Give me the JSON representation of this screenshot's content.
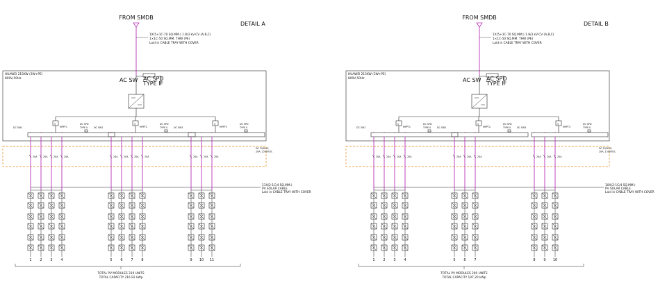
{
  "details": [
    {
      "source_label": "FROM SMDB",
      "detail_title": "DETAIL A",
      "feeder_cable_lines": [
        "1X(5+1C-70 SQ.MM.) 1.8/3 kV-CV (A,B,C)",
        "1×1C-50 SQ.MM. THW (PE)",
        "Laid in CABLE TRAY WITH COVER"
      ],
      "inverter_lines": [
        "HUAWEI 215KW (3W+PE)",
        "800V,50Hz"
      ],
      "ac_sw_label": "AC SW",
      "ac_spd_lines": [
        "AC SPD",
        "TYPE II"
      ],
      "dc_sw_labels": [
        "DC SW1",
        "DC SW2",
        "DC SW3"
      ],
      "mppt_labels": [
        "MPPT1",
        "MPPT2",
        "MPPT3"
      ],
      "dc_spd_lines": [
        "DC SPD",
        "TYPE II"
      ],
      "fuse_note_lines": [
        "DC FUSE IP,",
        "20A, 1500VDC"
      ],
      "fuse_rating": "20A",
      "string_cable_lines": [
        "11X(2-1C/4 SQ.MM.)",
        "PV SOLAR CABLE",
        "Laid in CABLE TRAY WITH COVER"
      ],
      "groups": [
        {
          "strings": [
            "1",
            "2",
            "3",
            "4"
          ]
        },
        {
          "strings": [
            "5",
            "6",
            "7",
            "8"
          ]
        },
        {
          "strings": [
            "9",
            "10",
            "11"
          ]
        }
      ],
      "total_lines": [
        "TOTAL PV MODULES 319 UNITS",
        "TOTAL CAPACITY 216.92 kWp"
      ]
    },
    {
      "source_label": "FROM SMDB",
      "detail_title": "DETAIL B",
      "feeder_cable_lines": [
        "1X(5+1C-70 SQ.MM.) 1.8/3 kV-CV (A,B,C)",
        "1×1C-50 SQ.MM. THW (PE)",
        "Laid in CABLE TRAY WITH COVER"
      ],
      "inverter_lines": [
        "HUAWEI 215KW (3W+PE)",
        "800V,50Hz"
      ],
      "ac_sw_label": "AC SW",
      "ac_spd_lines": [
        "AC SPD",
        "TYPE II"
      ],
      "dc_sw_labels": [
        "DC SW1",
        "DC SW2",
        "DC SW3"
      ],
      "mppt_labels": [
        "MPPT1",
        "MPPT2",
        "MPPT3"
      ],
      "dc_spd_lines": [
        "DC SPD",
        "TYPE II"
      ],
      "fuse_note_lines": [
        "DC FUSE IP,",
        "20A, 1500VDC"
      ],
      "fuse_rating": "20A",
      "string_cable_lines": [
        "10X(2-1C/4 SQ.MM.)",
        "PV SOLAR CABLE",
        "Laid in CABLE TRAY WITH COVER"
      ],
      "groups": [
        {
          "strings": [
            "1",
            "2",
            "3",
            "4"
          ]
        },
        {
          "strings": [
            "5",
            "6",
            "7"
          ]
        },
        {
          "strings": [
            "8",
            "9",
            "10"
          ]
        }
      ],
      "total_lines": [
        "TOTAL PV MODULES 290 UNITS",
        "TOTAL CAPACITY 197.20 kWp"
      ]
    }
  ],
  "colors": {
    "line": "#222222",
    "pv_cable": "#b832b8",
    "feeder": "#b832b8",
    "tray_box": "#e8a24a"
  }
}
